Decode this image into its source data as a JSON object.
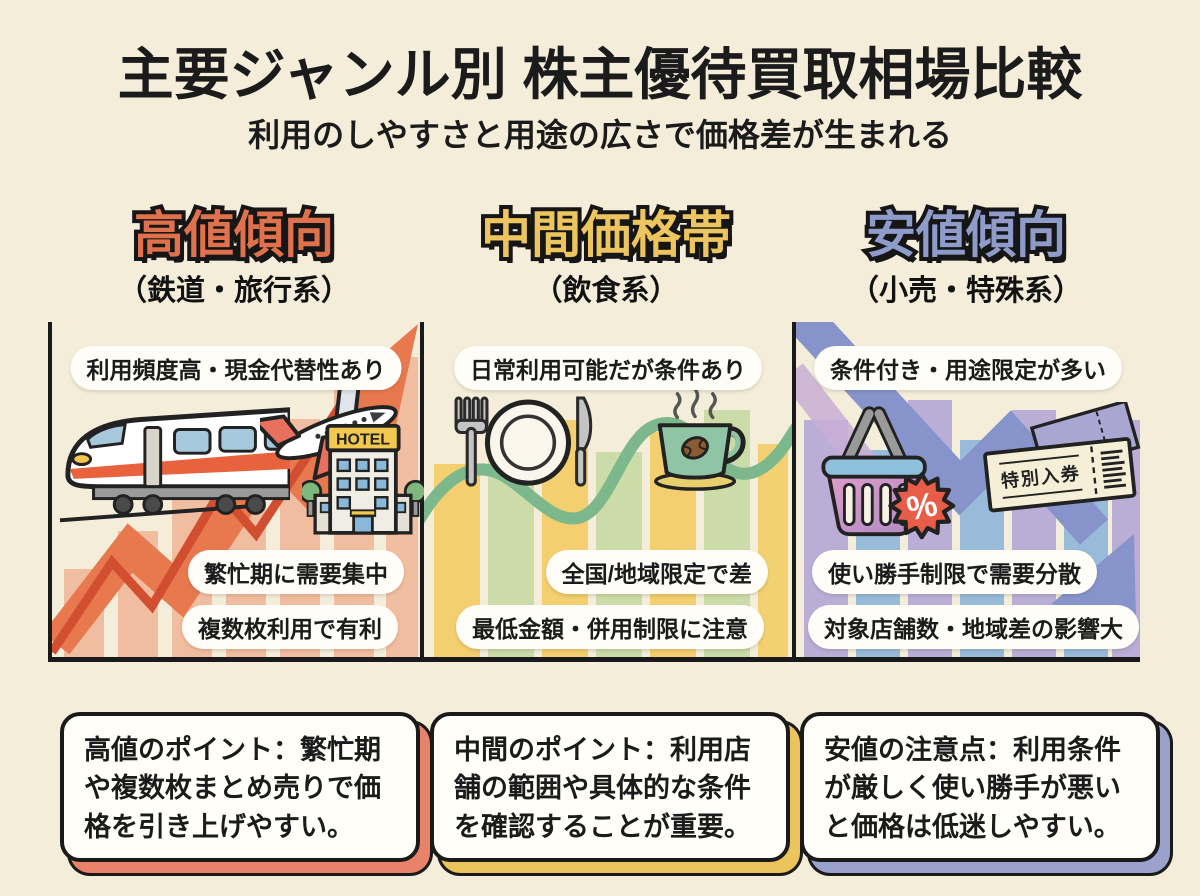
{
  "header": {
    "title": "主要ジャンル別 株主優待買取相場比較",
    "subtitle": "利用のしやすさと用途の広さで価格差が生まれる"
  },
  "columns": [
    {
      "heading": "高値傾向",
      "category": "（鉄道・旅行系）",
      "accent_color": "#e0714d",
      "trend": "up",
      "badge_top": "利用頻度高・現金代替性あり",
      "badges_bottom": [
        "繁忙期に需要集中",
        "複数枚利用で有利"
      ],
      "hotel_sign": "HOTEL"
    },
    {
      "heading": "中間価格帯",
      "category": "（飲食系）",
      "accent_color": "#edc55e",
      "trend": "wave",
      "badge_top": "日常利用可能だが条件あり",
      "badges_bottom": [
        "全国/地域限定で差",
        "最低金額・併用制限に注意"
      ]
    },
    {
      "heading": "安値傾向",
      "category": "（小売・特殊系）",
      "accent_color": "#8f9cc9",
      "trend": "down",
      "badge_top": "条件付き・用途限定が多い",
      "badges_bottom": [
        "使い勝手制限で需要分散",
        "対象店舗数・地域差の影響大"
      ],
      "ticket_label": "特別入券",
      "discount_symbol": "%"
    }
  ],
  "footer": [
    "高値のポイント：繁忙期や複数枚まとめ売りで価格を引き上げやすい。",
    "中間のポイント：利用店舗の範囲や具体的な条件を確認することが重要。",
    "安値の注意点：利用条件が厳しく使い勝手が悪いと価格は低迷しやすい。"
  ],
  "colors": {
    "background": "#f3edda",
    "high_arrow": "#e8794f",
    "high_bars": "#f09e7c",
    "mid_bar_yellow": "#f3cd68",
    "mid_bar_green": "#c9dba4",
    "mid_wave": "#7cb88b",
    "low_arrow": "#8794cb",
    "low_bar_purple": "#b4a8d6",
    "low_bar_blue": "#8fb6da",
    "note_shadow_1": "#e8836a",
    "note_shadow_2": "#ecc45c",
    "note_shadow_3": "#9aa2cc"
  }
}
